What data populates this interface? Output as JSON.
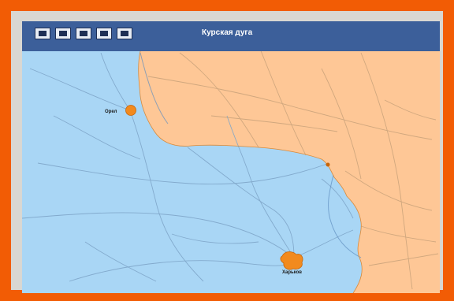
{
  "colors": {
    "page_frame": "#f25c05",
    "front_band": "#3c5f9a",
    "soviet_territory": "#a9d6f5",
    "german_territory": "#fec796",
    "roads": "#7fa6c9",
    "city_marker": "#f28a1e"
  },
  "toolbar": {
    "buttons": [
      {
        "id": "b1",
        "icon": "toolbar-icon-1",
        "label": ""
      },
      {
        "id": "b2",
        "icon": "toolbar-icon-2",
        "label": ""
      },
      {
        "id": "b3",
        "icon": "toolbar-icon-3",
        "label": ""
      },
      {
        "id": "b4",
        "icon": "toolbar-icon-4",
        "label": ""
      },
      {
        "id": "b5",
        "icon": "toolbar-icon-5",
        "label": ""
      }
    ]
  },
  "banner": {
    "title": "Курская дуга",
    "subtitle": ""
  },
  "cities": {
    "orel": {
      "name": "Орел"
    },
    "kharkov": {
      "name": "Харьков"
    }
  },
  "places": [
    "",
    "",
    "",
    "",
    "",
    "",
    "",
    "",
    "",
    "",
    "",
    "",
    "",
    ""
  ]
}
